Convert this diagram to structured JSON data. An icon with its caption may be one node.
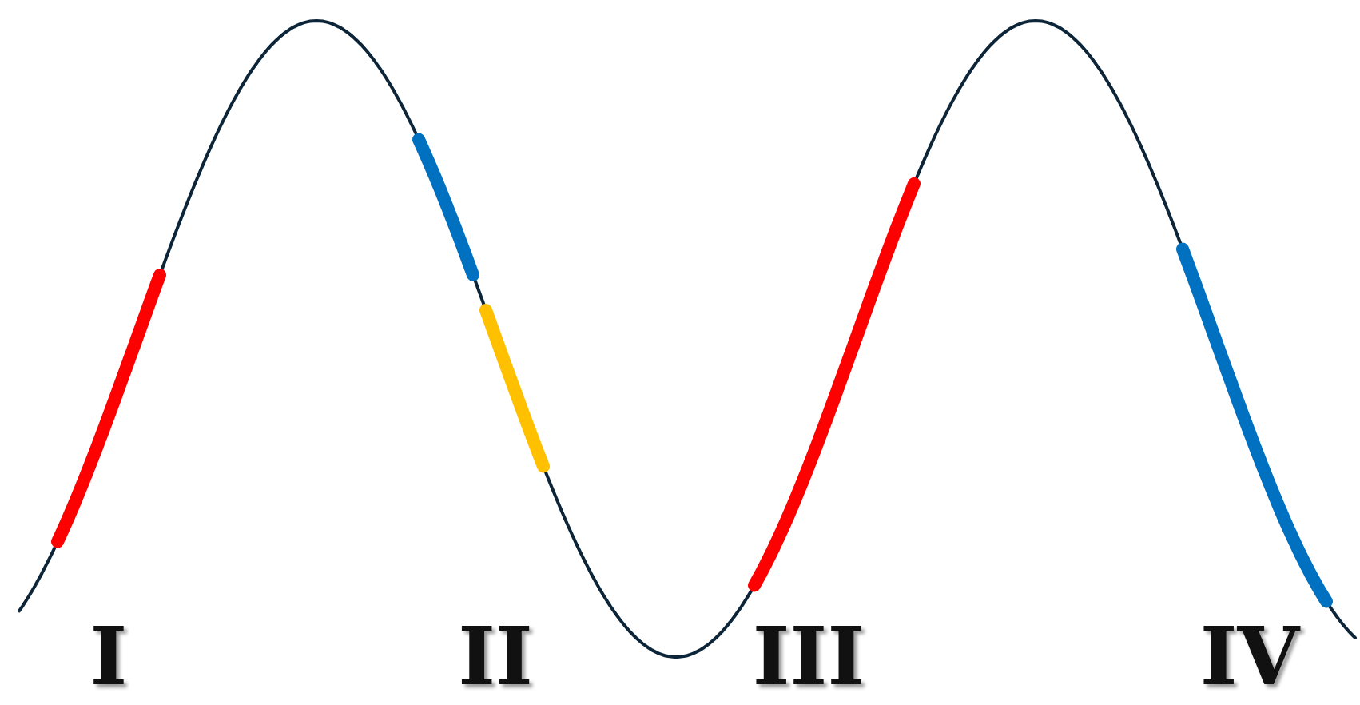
{
  "diagram": {
    "labels": [
      "I",
      "II",
      "III",
      "IV"
    ]
  }
}
